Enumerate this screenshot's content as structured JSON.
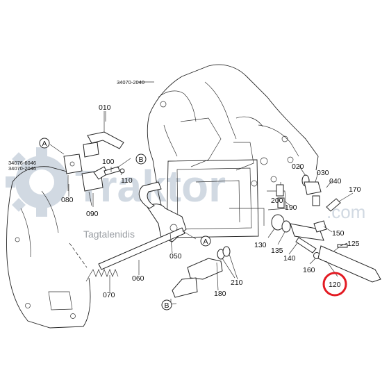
{
  "assembly_labels": {
    "housing_top": "34070-2040",
    "housing_left_1": "34076-6046",
    "housing_left_2": "34070-2046"
  },
  "callouts": {
    "A": "A",
    "B": "B"
  },
  "parts": {
    "p010": "010",
    "p020": "020",
    "p030": "030",
    "p040": "040",
    "p050": "050",
    "p060": "060",
    "p070": "070",
    "p080": "080",
    "p090": "090",
    "p100": "100",
    "p110": "110",
    "p120": "120",
    "p125": "125",
    "p130": "130",
    "p135": "135",
    "p140": "140",
    "p150": "150",
    "p160": "160",
    "p170": "170",
    "p180": "180",
    "p190": "190",
    "p200": "200",
    "p210": "210"
  },
  "watermark": {
    "brand": "Traktor",
    "suffix": ".com",
    "tagline": "Tagtalenidis"
  },
  "colors": {
    "highlight_circle": "#e31b23",
    "watermark": "#c9d3dd",
    "ink": "#222222"
  }
}
